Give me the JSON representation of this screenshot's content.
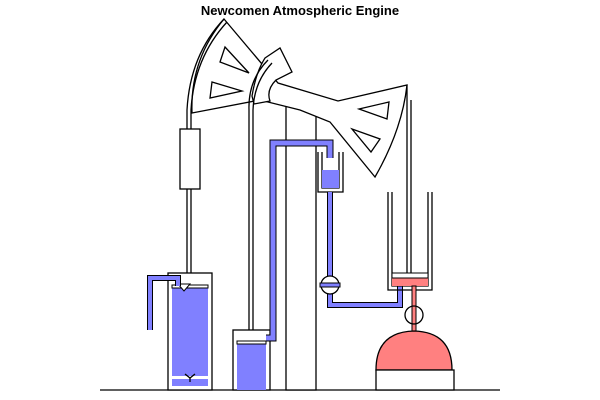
{
  "title": "Newcomen Atmospheric Engine",
  "colors": {
    "water": "#8080ff",
    "steam": "#ff8080",
    "outline": "#000000",
    "background": "#ffffff"
  },
  "components": {
    "beam": "rocking-beam",
    "pivot": "beam-pivot",
    "pump_rod": "pump-rod",
    "pump_weight": "pump-counterweight",
    "mine_pump": "mine-pump-cylinder",
    "feed_cistern": "feed-water-cistern",
    "pillar": "engine-house-pillar",
    "injection_tank": "injection-water-tank",
    "injection_valve": "injection-valve",
    "steam_cylinder": "steam-cylinder",
    "steam_valve": "steam-valve",
    "boiler": "boiler"
  }
}
